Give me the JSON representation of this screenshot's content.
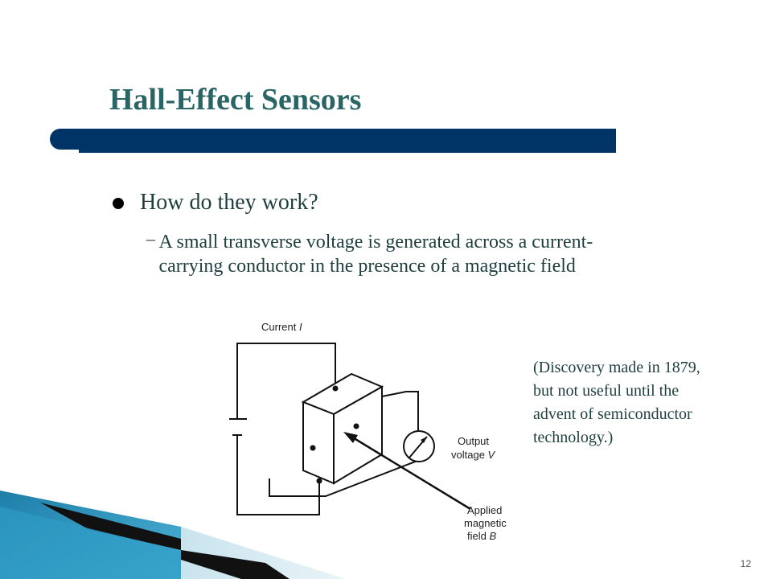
{
  "slide": {
    "title": "Hall-Effect Sensors",
    "bullet": "How do they work?",
    "sub_bullet_marker": "–",
    "sub_bullet": "A small transverse voltage is generated across a current-carrying conductor in the presence of a magnetic field",
    "note": "(Discovery made in 1879, but not useful until the advent of semiconductor technology.)",
    "page_number": "12"
  },
  "diagram": {
    "current_label_prefix": "Current ",
    "current_label_symbol": "I",
    "output_label_line1": "Output",
    "output_label_prefix": "voltage ",
    "output_label_symbol": "V",
    "field_label_line1": "Applied",
    "field_label_line2": "magnetic",
    "field_label_prefix": "field ",
    "field_label_symbol": "B"
  },
  "colors": {
    "title": "#2a6565",
    "title_bar": "#003366",
    "accent_teal": "#2a8fb5",
    "text": "#1f3f3f"
  }
}
